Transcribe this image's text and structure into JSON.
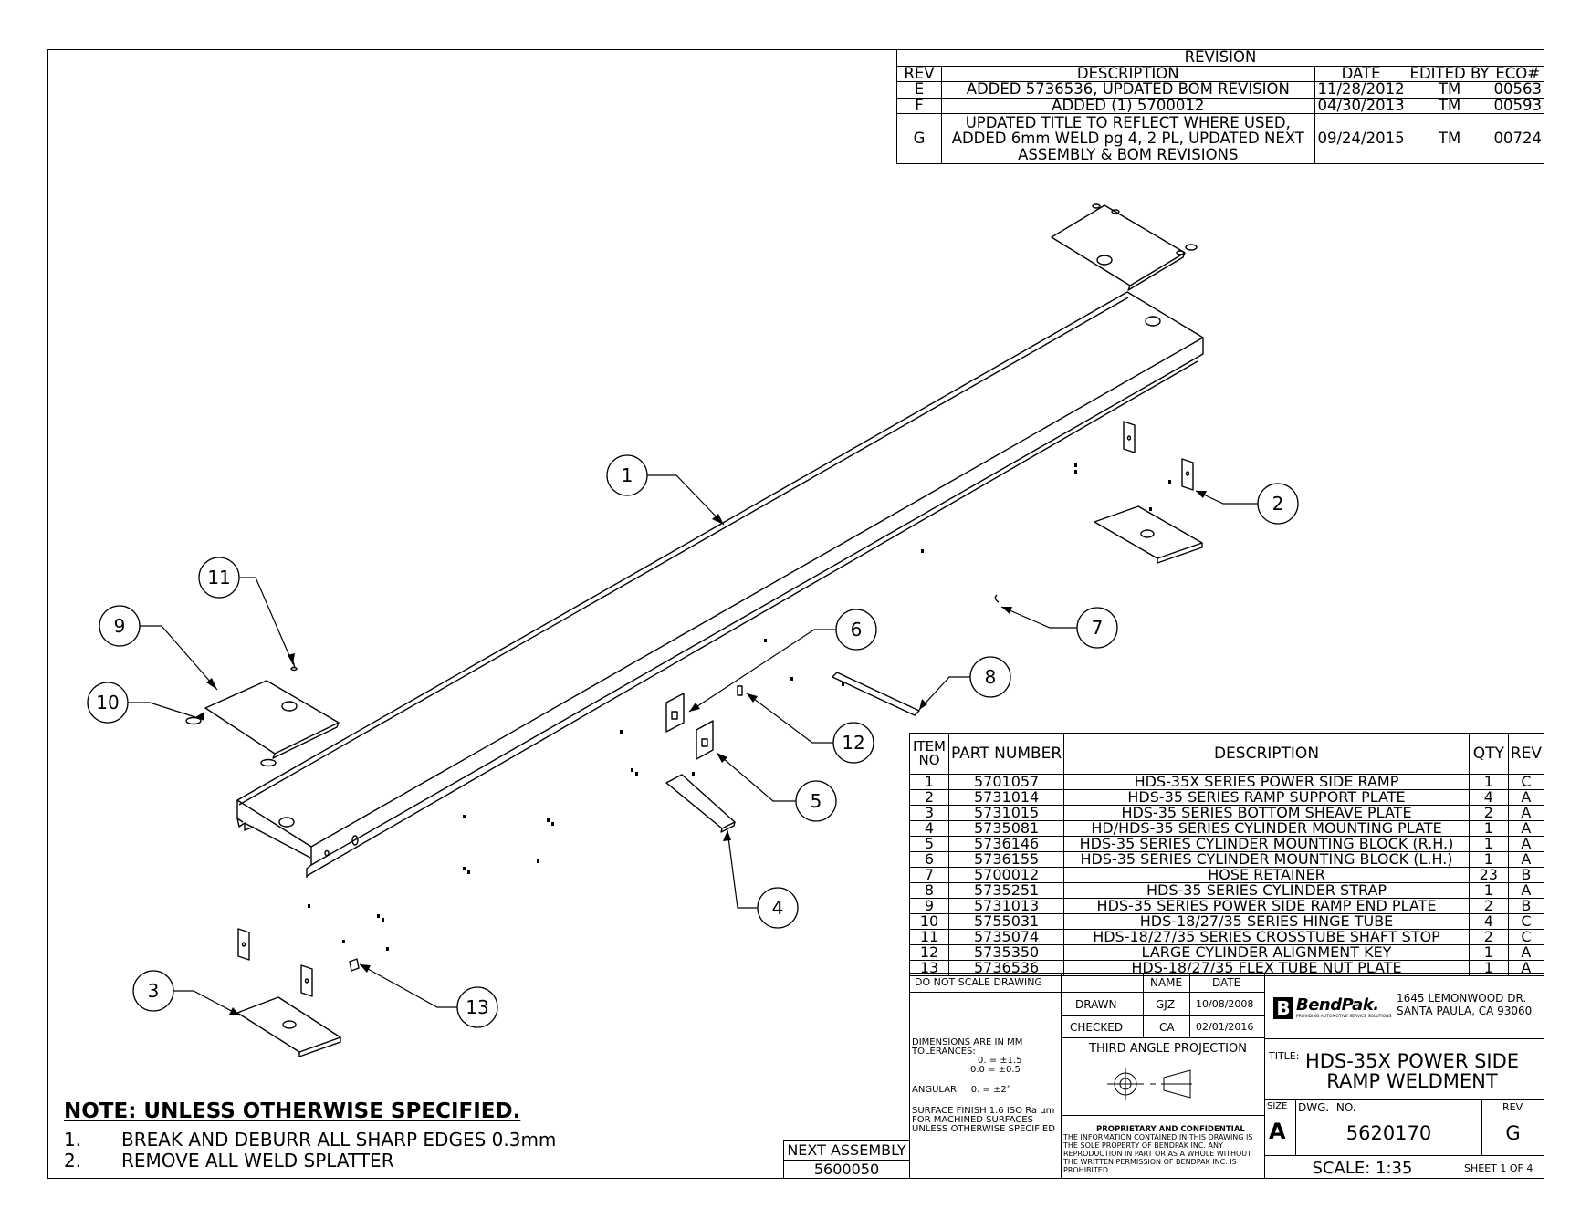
{
  "revision": {
    "title": "REVISION",
    "headers": [
      "REV",
      "DESCRIPTION",
      "DATE",
      "EDITED BY",
      "ECO#"
    ],
    "rows": [
      {
        "rev": "E",
        "desc": "ADDED 5736536, UPDATED BOM REVISION",
        "date": "11/28/2012",
        "by": "TM",
        "eco": "00563"
      },
      {
        "rev": "F",
        "desc": "ADDED (1) 5700012",
        "date": "04/30/2013",
        "by": "TM",
        "eco": "00593"
      },
      {
        "rev": "G",
        "desc": "UPDATED TITLE TO REFLECT WHERE USED, ADDED 6mm WELD pg 4, 2 PL, UPDATED NEXT ASSEMBLY & BOM REVISIONS",
        "date": "09/24/2015",
        "by": "TM",
        "eco": "00724"
      }
    ]
  },
  "bom": {
    "headers": [
      "ITEM NO",
      "PART NUMBER",
      "DESCRIPTION",
      "QTY",
      "REV"
    ],
    "rows": [
      {
        "item": "1",
        "part": "5701057",
        "desc": "HDS-35X SERIES POWER SIDE RAMP",
        "qty": "1",
        "rev": "C"
      },
      {
        "item": "2",
        "part": "5731014",
        "desc": "HDS-35 SERIES RAMP SUPPORT PLATE",
        "qty": "4",
        "rev": "A"
      },
      {
        "item": "3",
        "part": "5731015",
        "desc": "HDS-35 SERIES BOTTOM SHEAVE PLATE",
        "qty": "2",
        "rev": "A"
      },
      {
        "item": "4",
        "part": "5735081",
        "desc": "HD/HDS-35 SERIES CYLINDER MOUNTING PLATE",
        "qty": "1",
        "rev": "A"
      },
      {
        "item": "5",
        "part": "5736146",
        "desc": "HDS-35 SERIES CYLINDER MOUNTING BLOCK (R.H.)",
        "qty": "1",
        "rev": "A"
      },
      {
        "item": "6",
        "part": "5736155",
        "desc": "HDS-35 SERIES CYLINDER MOUNTING BLOCK (L.H.)",
        "qty": "1",
        "rev": "A"
      },
      {
        "item": "7",
        "part": "5700012",
        "desc": "HOSE RETAINER",
        "qty": "23",
        "rev": "B"
      },
      {
        "item": "8",
        "part": "5735251",
        "desc": "HDS-35 SERIES CYLINDER STRAP",
        "qty": "1",
        "rev": "A"
      },
      {
        "item": "9",
        "part": "5731013",
        "desc": "HDS-35 SERIES POWER SIDE RAMP END PLATE",
        "qty": "2",
        "rev": "B"
      },
      {
        "item": "10",
        "part": "5755031",
        "desc": "HDS-18/27/35 SERIES HINGE TUBE",
        "qty": "4",
        "rev": "C"
      },
      {
        "item": "11",
        "part": "5735074",
        "desc": "HDS-18/27/35 SERIES CROSSTUBE SHAFT STOP",
        "qty": "2",
        "rev": "C"
      },
      {
        "item": "12",
        "part": "5735350",
        "desc": "LARGE CYLINDER ALIGNMENT KEY",
        "qty": "1",
        "rev": "A"
      },
      {
        "item": "13",
        "part": "5736536",
        "desc": "HDS-18/27/35 FLEX TUBE NUT PLATE",
        "qty": "1",
        "rev": "A"
      }
    ]
  },
  "title_block": {
    "do_not_scale": "DO NOT SCALE DRAWING",
    "name_label": "NAME",
    "date_label": "DATE",
    "drawn_label": "DRAWN",
    "drawn_name": "GJZ",
    "drawn_date": "10/08/2008",
    "checked_label": "CHECKED",
    "checked_name": "CA",
    "checked_date": "02/01/2016",
    "dims_line1": "DIMENSIONS ARE IN MM",
    "dims_line2": "TOLERANCES:",
    "tol_1": "0. = ±1.5",
    "tol_2": "0.0 = ±0.5",
    "angular": "ANGULAR:    0. = ±2°",
    "surface_1": "SURFACE FINISH 1.6 ISO Ra µm",
    "surface_2": "FOR MACHINED SURFACES",
    "surface_3": "UNLESS OTHERWISE SPECIFIED",
    "projection": "THIRD ANGLE PROJECTION",
    "prop_title": "PROPRIETARY AND CONFIDENTIAL",
    "prop_1": "THE INFORMATION CONTAINED IN THIS DRAWING IS",
    "prop_2": "THE SOLE PROPERTY OF BENDPAK INC. ANY",
    "prop_3": "REPRODUCTION IN PART OR AS A WHOLE WITHOUT",
    "prop_4": "THE WRITTEN PERMISSION OF BENDPAK INC. IS",
    "prop_5": "PROHIBITED.",
    "company": "BendPak.",
    "company_tagline": "PROVIDING AUTOMOTIVE SERVICE SOLUTIONS",
    "address_1": "1645 LEMONWOOD DR.",
    "address_2": "SANTA PAULA, CA 93060",
    "title_label": "TITLE:",
    "title_1": "HDS-35X POWER SIDE",
    "title_2": "RAMP WELDMENT",
    "size_label": "SIZE",
    "size": "A",
    "dwg_label": "DWG.  NO.",
    "dwg_no": "5620170",
    "rev_label": "REV",
    "rev": "G",
    "scale": "SCALE: 1:35",
    "sheet": "SHEET 1 OF 4"
  },
  "next_assembly": {
    "label": "NEXT ASSEMBLY",
    "value": "5600050"
  },
  "notes": {
    "title": "NOTE: UNLESS OTHERWISE SPECIFIED.",
    "items": [
      {
        "num": "1.",
        "text": "BREAK AND DEBURR ALL SHARP EDGES 0.3mm"
      },
      {
        "num": "2.",
        "text": "REMOVE ALL WELD SPLATTER"
      }
    ]
  },
  "balloons": [
    "1",
    "2",
    "3",
    "4",
    "5",
    "6",
    "7",
    "8",
    "9",
    "10",
    "11",
    "12",
    "13"
  ]
}
